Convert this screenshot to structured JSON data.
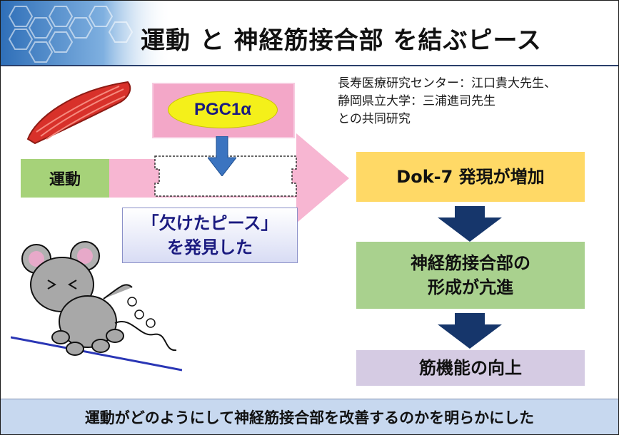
{
  "title": "運動 と 神経筋接合部 を結ぶピース",
  "affiliation": {
    "line1": "長寿医療研究センター：江口貴大先生、",
    "line2": "静岡県立大学：三浦進司先生",
    "line3": "との共同研究"
  },
  "exercise_label": "運動",
  "pgc_label": "PGC1α",
  "discovery": {
    "line1": "「欠けたピース」",
    "line2": "を発見した"
  },
  "flow": {
    "step1": "Dok-7 発現が増加",
    "step2_line1": "神経筋接合部の",
    "step2_line2": "形成が亢進",
    "step3": "筋機能の向上"
  },
  "conclusion": "運動がどのようにして神経筋接合部を改善するのかを明らかにした",
  "colors": {
    "title_border": "#2a3f6b",
    "exercise_green": "#a6d279",
    "arrow_pink": "#f7b6d2",
    "pgc_yellow": "#f4f01a",
    "dok_yellow": "#ffd966",
    "nmj_green": "#a9d18e",
    "function_lavender": "#d5cbe3",
    "bottom_blue": "#c7d8ef",
    "flow_arrow_navy": "#16366b"
  },
  "icons": [
    "hexagon-pattern-decoration",
    "muscle-illustration",
    "running-mouse-illustration",
    "blue-down-arrow",
    "navy-down-arrow"
  ]
}
